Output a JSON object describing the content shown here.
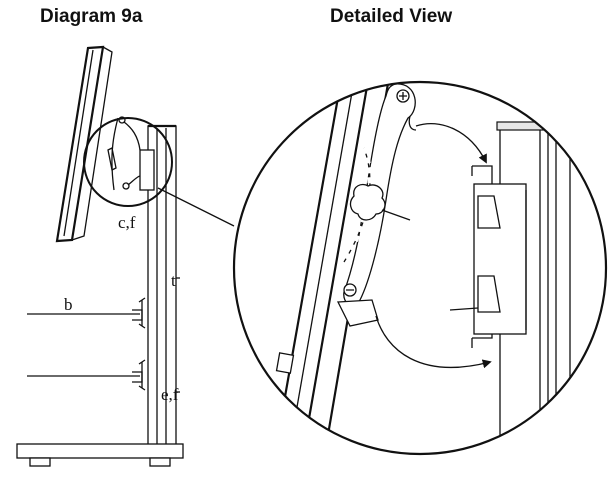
{
  "headings": {
    "overview": "Diagram 9a",
    "detail": "Detailed View"
  },
  "callouts": {
    "c_f": "c,f",
    "t": "t",
    "b": "b",
    "e_f": "e,f"
  }
}
